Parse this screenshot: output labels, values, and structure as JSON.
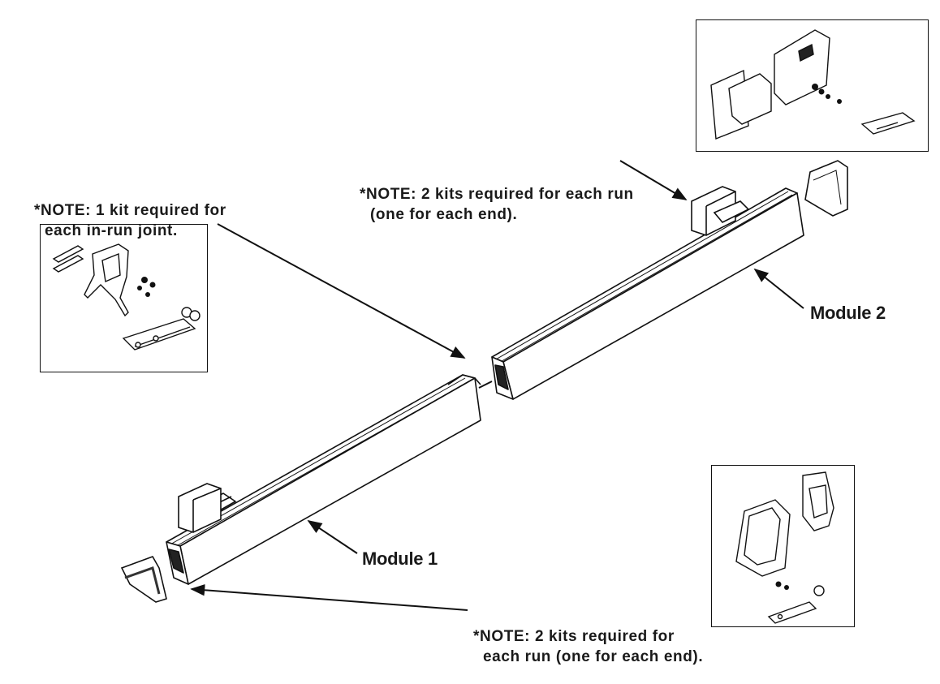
{
  "notes": {
    "in_run_joint": {
      "line1": "*NOTE: 1 kit required for",
      "line2": "each in-run joint."
    },
    "end_kits_top": {
      "line1": "*NOTE: 2 kits required for  each run",
      "line2": "(one for each end)."
    },
    "end_kits_bottom": {
      "line1": "*NOTE: 2 kits required for",
      "line2": "each run (one for each end)."
    }
  },
  "modules": {
    "module1": "Module 1",
    "module2": "Module 2"
  }
}
